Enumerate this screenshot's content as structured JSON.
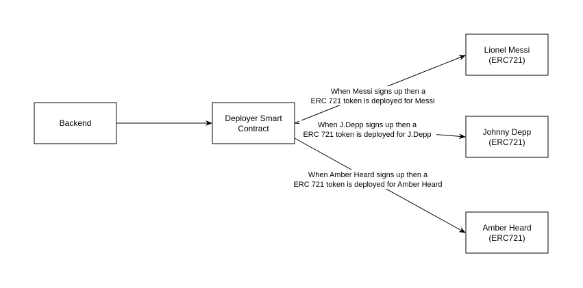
{
  "nodes": {
    "backend": {
      "lines": [
        "Backend"
      ]
    },
    "deployer": {
      "lines": [
        "Deployer Smart",
        "Contract"
      ]
    },
    "messi": {
      "lines": [
        "Lionel Messi",
        "(ERC721)"
      ]
    },
    "depp": {
      "lines": [
        "Johnny Depp",
        "(ERC721)"
      ]
    },
    "heard": {
      "lines": [
        "Amber Heard",
        "(ERC721)"
      ]
    }
  },
  "edges": {
    "messi": {
      "lines": [
        "When Messi signs up then a",
        "ERC 721 token is deployed for Messi"
      ]
    },
    "depp": {
      "lines": [
        "When J.Depp signs up then a",
        "ERC 721 token is deployed for J.Depp"
      ]
    },
    "heard": {
      "lines": [
        "When Amber Heard signs up then a",
        "ERC 721 token is deployed for Amber Heard"
      ]
    }
  }
}
